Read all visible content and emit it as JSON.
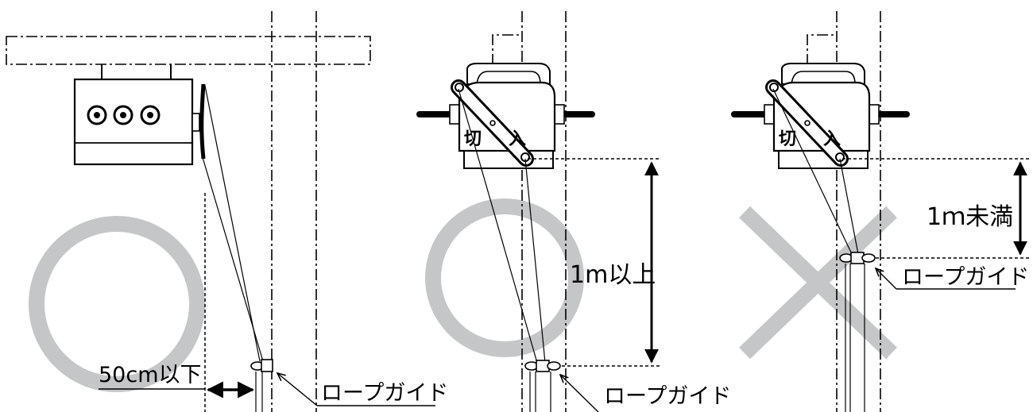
{
  "labels": {
    "rope_guide_1": "ロープガイド",
    "rope_guide_2": "ロープガイド",
    "rope_guide_3": "ロープガイド",
    "dist_50cm": "50cm以下",
    "dist_1m_over": "1m以上",
    "dist_1m_under": "1ｍ未満",
    "switch_off_2": "切",
    "switch_on_2": "入",
    "switch_off_3": "切",
    "switch_on_3": "入"
  },
  "marks": {
    "panel_1": "ok",
    "panel_2": "ok",
    "panel_3": "ng"
  },
  "colors": {
    "mark": "#c4c6c8",
    "line": "#000000",
    "background": "#ffffff"
  }
}
